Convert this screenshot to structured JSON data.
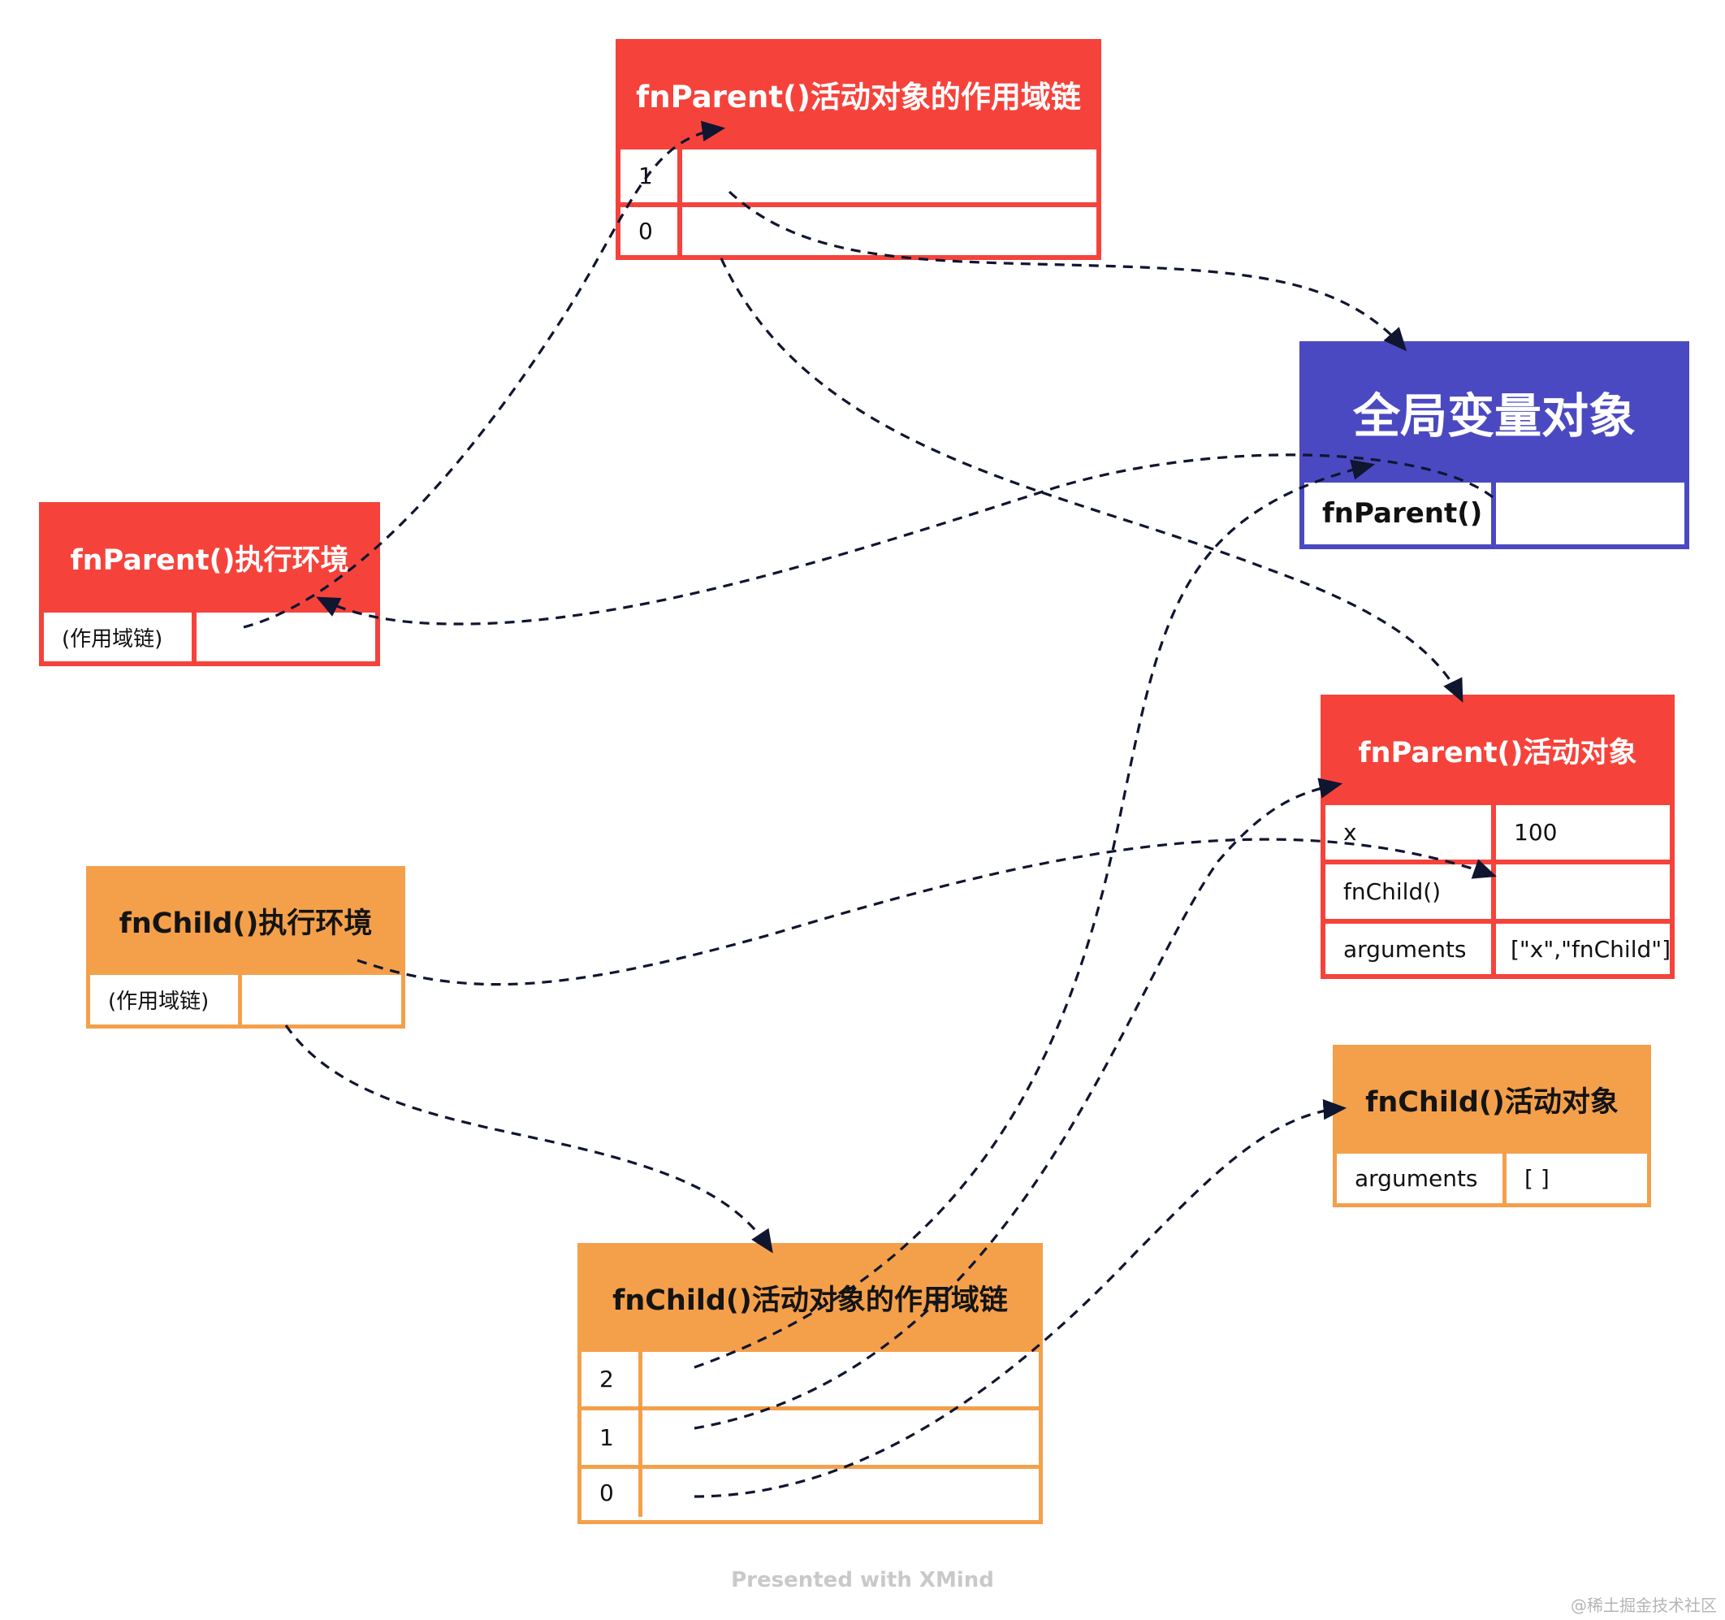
{
  "boxes": {
    "fnparent_scope_chain": {
      "title": "fnParent()活动对象的作用域链",
      "rows": [
        {
          "key": "1",
          "value": ""
        },
        {
          "key": "0",
          "value": ""
        }
      ]
    },
    "global_object": {
      "title": "全局变量对象",
      "rows": [
        {
          "key": "fnParent()",
          "value": ""
        }
      ]
    },
    "fnparent_context": {
      "title": "fnParent()执行环境",
      "rows": [
        {
          "key": "(作用域链)",
          "value": ""
        }
      ]
    },
    "fnparent_activation": {
      "title": "fnParent()活动对象",
      "rows": [
        {
          "key": "x",
          "value": "100"
        },
        {
          "key": "fnChild()",
          "value": ""
        },
        {
          "key": "arguments",
          "value": "[\"x\",\"fnChild\"]"
        }
      ]
    },
    "fnchild_context": {
      "title": "fnChild()执行环境",
      "rows": [
        {
          "key": "(作用域链)",
          "value": ""
        }
      ]
    },
    "fnchild_activation": {
      "title": "fnChild()活动对象",
      "rows": [
        {
          "key": "arguments",
          "value": "[ ]"
        }
      ]
    },
    "fnchild_scope_chain": {
      "title": "fnChild()活动对象的作用域链",
      "rows": [
        {
          "key": "2",
          "value": ""
        },
        {
          "key": "1",
          "value": ""
        },
        {
          "key": "0",
          "value": ""
        }
      ]
    }
  },
  "colors": {
    "red": "#f5433b",
    "orange": "#f4a04b",
    "purple": "#4b49c1",
    "arrow": "#101530"
  },
  "footer": "Presented with XMind",
  "watermark": "@稀土掘金技术社区"
}
